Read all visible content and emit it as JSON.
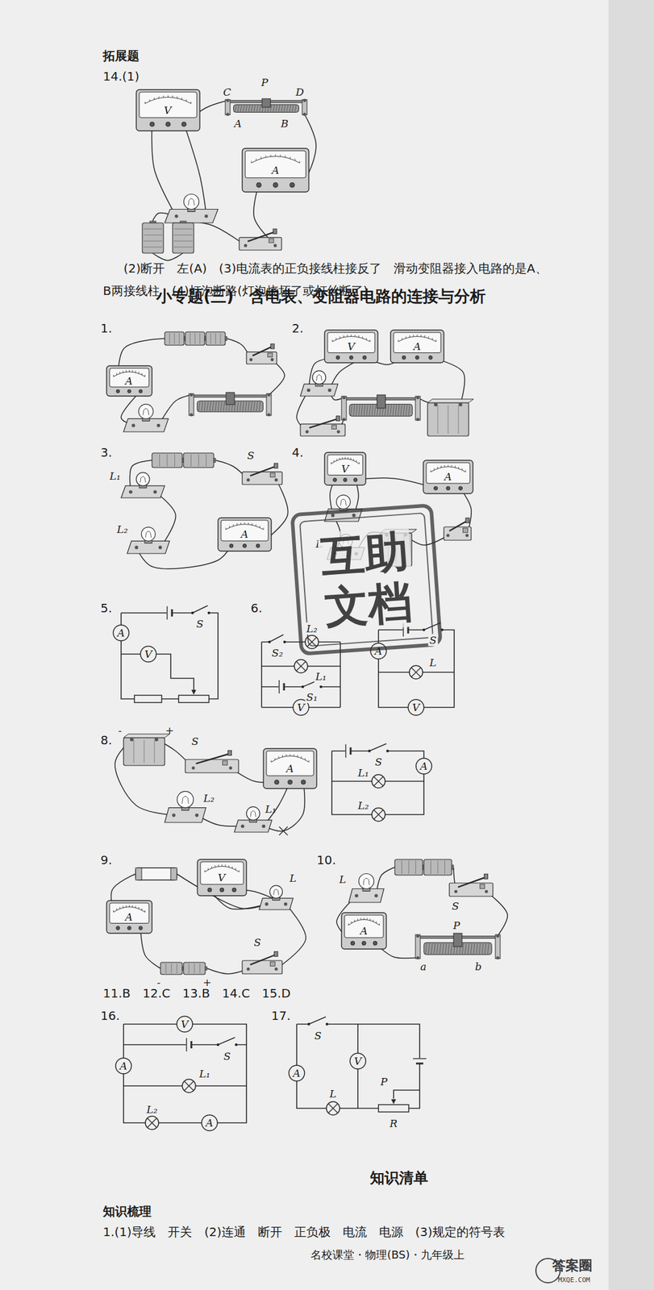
{
  "diagram": {
    "title": "小专题(三)　含电表、变阻器电路的连接与分析",
    "labels": [
      "拓展题",
      "14.(1)",
      "C",
      "P",
      "D",
      "A",
      "B",
      "V",
      "A",
      "(2)断开　左(A)　(3)电流表的正负接线柱接反了　滑动变阻器接入电路的是A、B两接线柱　(4)灯泡断路(灯泡烧坏了或灯丝断了)",
      "1.",
      "A",
      "2.",
      "V",
      "A",
      "3.",
      "S",
      "L₁",
      "L₂",
      "A",
      "4.",
      "V",
      "A",
      "L",
      "5.",
      "S",
      "A",
      "V",
      "6.",
      "S₂",
      "L₂",
      "L₁",
      "S₁",
      "V",
      "S",
      "A",
      "L",
      "V",
      "8.",
      "-",
      "+",
      "S",
      "A",
      "L₂",
      "L₁",
      "S",
      "L₁",
      "A",
      "L₂",
      "9.",
      "V",
      "L",
      "A",
      "-",
      "+",
      "S",
      "10.",
      "L",
      "S",
      "A",
      "P",
      "a",
      "b",
      "11.B　12.C　13.B　14.C　15.D",
      "16.",
      "V",
      "S",
      "A",
      "L₁",
      "L₂",
      "A",
      "17.",
      "S",
      "V",
      "A",
      "L",
      "P",
      "R",
      "知识清单",
      "知识梳理",
      "1.(1)导线　开关　(2)连通　断开　正负极　电流　电源　(3)规定的符号表",
      "名校课堂・物理(BS)・九年级上",
      "互助文档",
      "答案圈",
      "MXQE.COM"
    ]
  }
}
